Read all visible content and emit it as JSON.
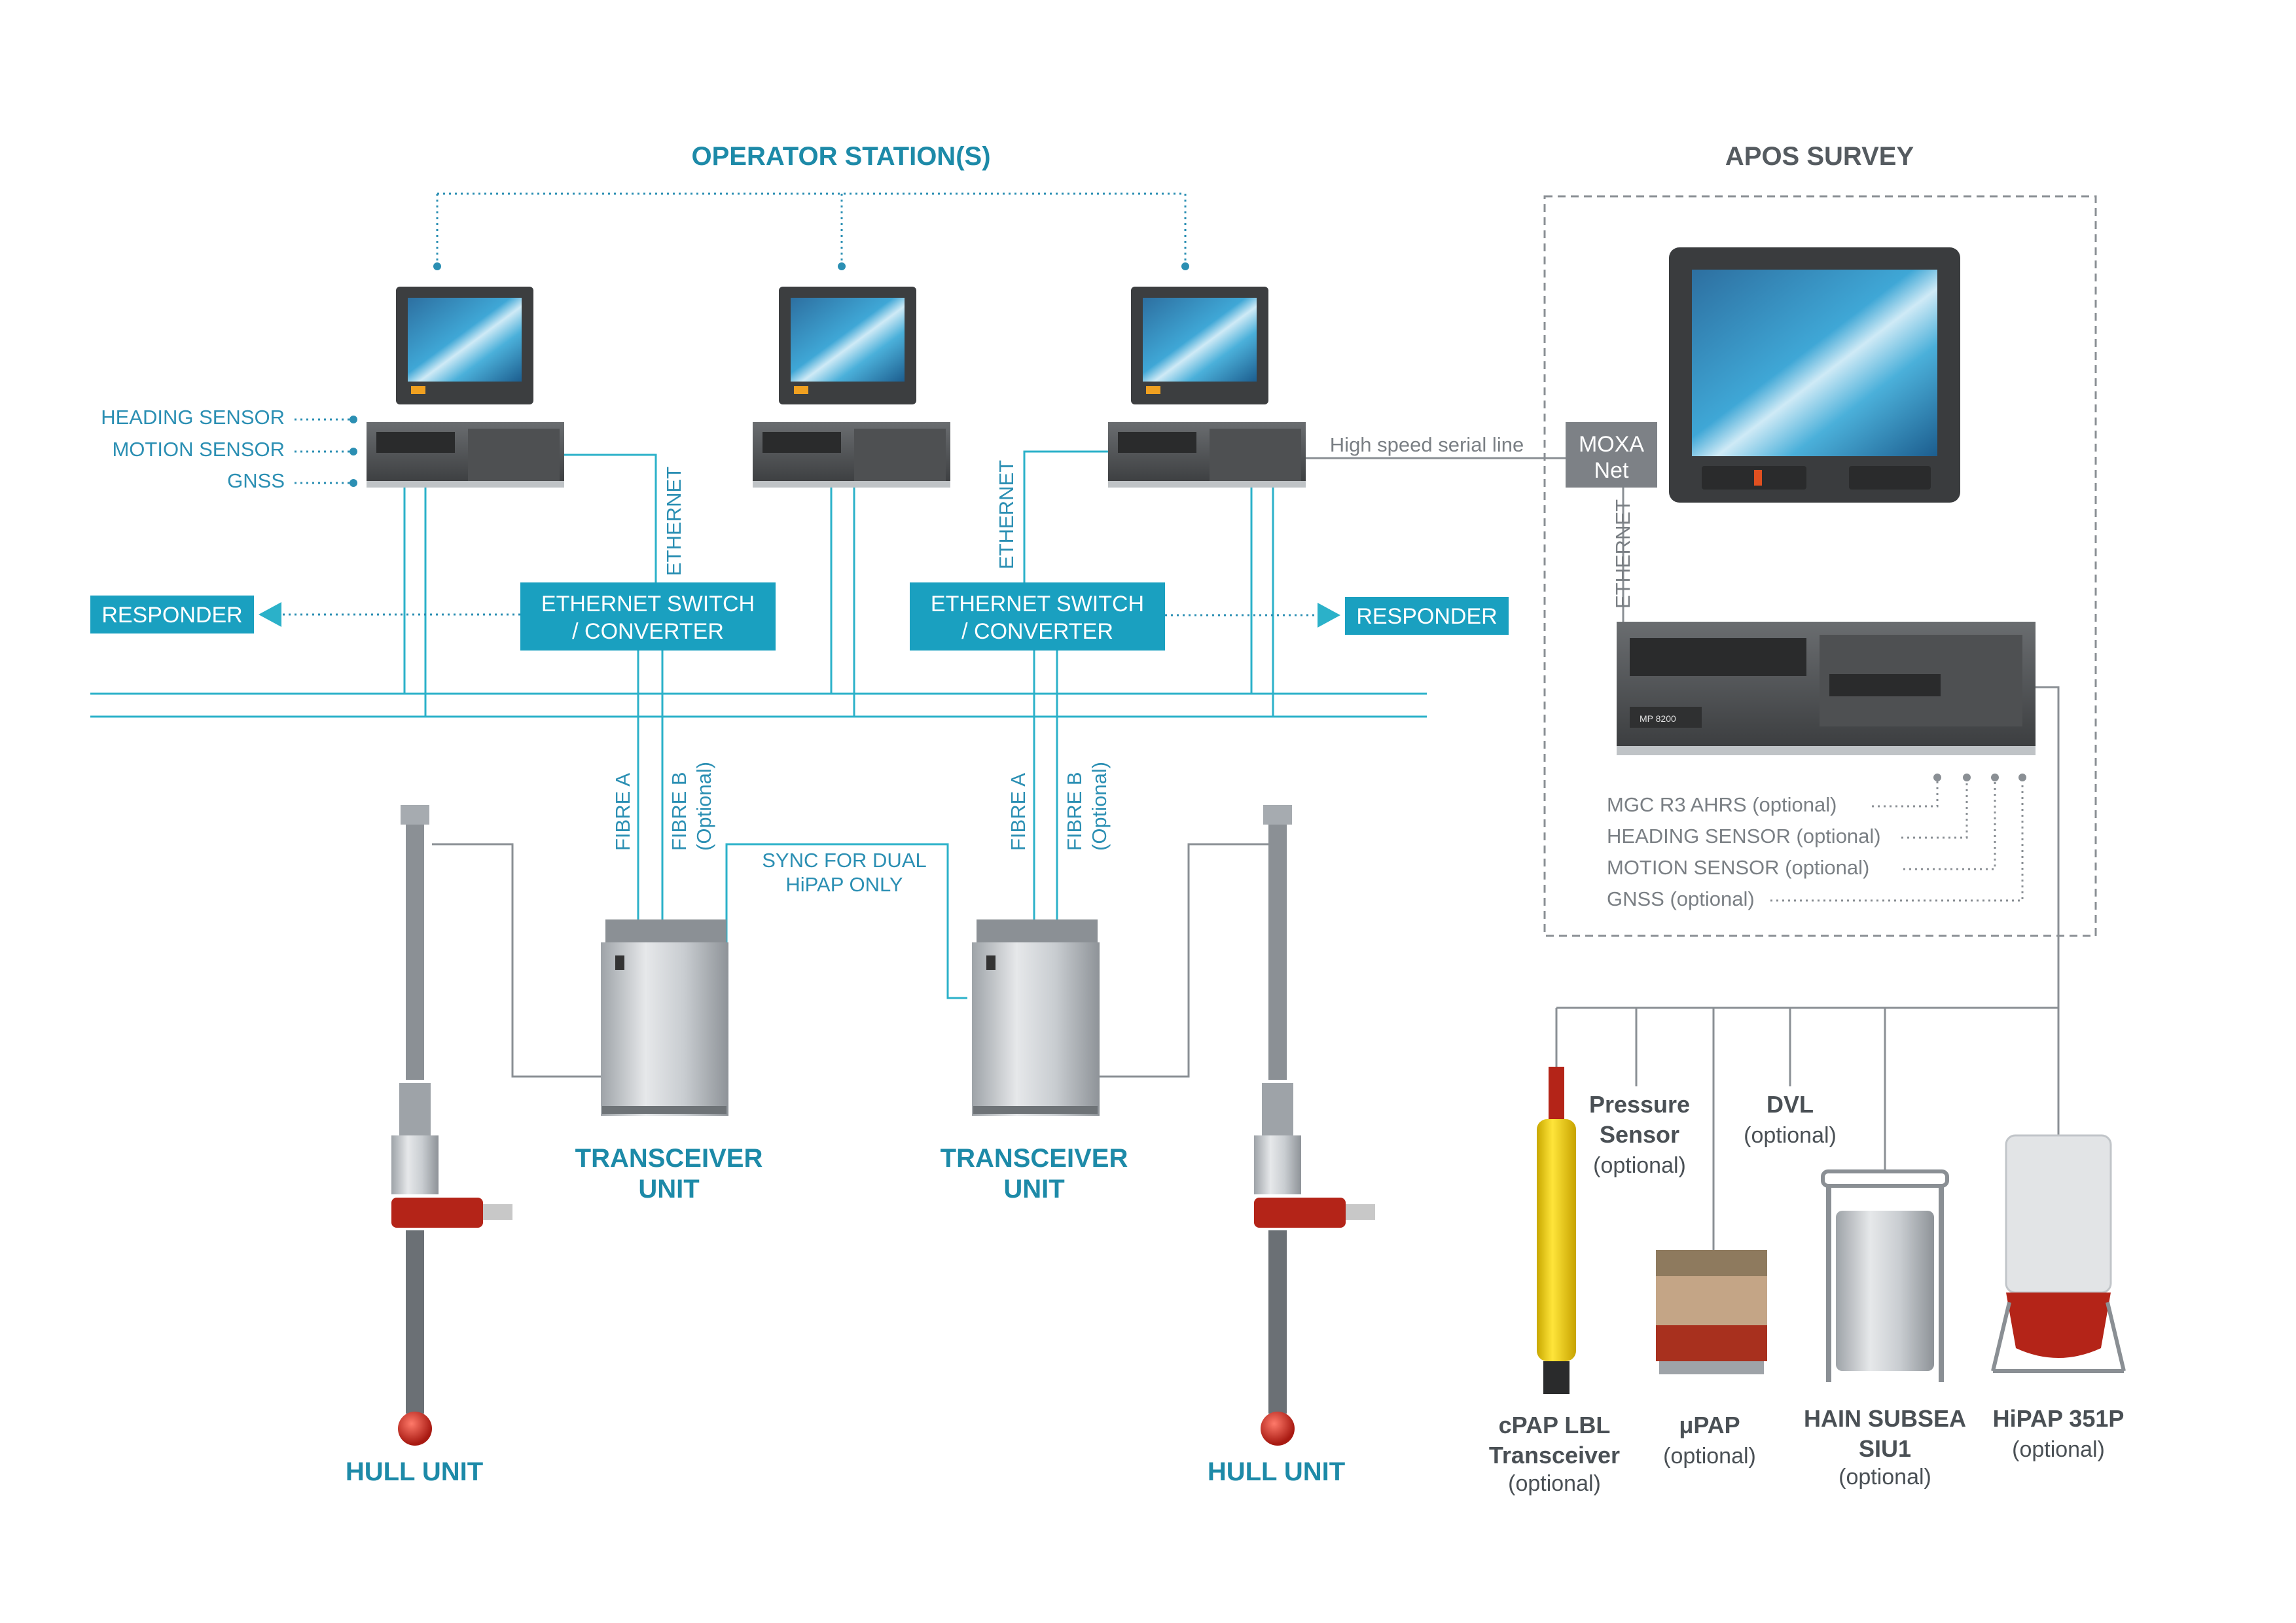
{
  "titles": {
    "operator_stations": "OPERATOR STATION(S)",
    "apos_survey": "APOS SURVEY"
  },
  "sensors_left": [
    "HEADING SENSOR",
    "MOTION SENSOR",
    "GNSS"
  ],
  "ethernet": "ETHERNET",
  "switch_label_line1": "ETHERNET SWITCH",
  "switch_label_line2": "/ CONVERTER",
  "responder": "RESPONDER",
  "fibre_a": "FIBRE A",
  "fibre_b": "FIBRE B",
  "fibre_b_note": "(Optional)",
  "sync_line1": "SYNC FOR DUAL",
  "sync_line2": "HiPAP ONLY",
  "transceiver_line1": "TRANSCEIVER",
  "transceiver_line2": "UNIT",
  "hull_unit": "HULL UNIT",
  "serial_line": "High speed serial line",
  "moxa_line1": "MOXA",
  "moxa_line2": "Net",
  "pc_model": "MP 8200",
  "apos_inputs": [
    "MGC R3 AHRS (optional)",
    "HEADING SENSOR (optional)",
    "MOTION SENSOR (optional)",
    "GNSS (optional)"
  ],
  "devices": {
    "cpap": [
      "cPAP LBL",
      "Transceiver",
      "(optional)"
    ],
    "pressure": [
      "Pressure",
      "Sensor",
      "(optional)"
    ],
    "upap": [
      "μPAP",
      "(optional)"
    ],
    "dvl": [
      "DVL",
      "(optional)"
    ],
    "hain": [
      "HAIN SUBSEA",
      "SIU1",
      "(optional)"
    ],
    "hipap": [
      "HiPAP 351P",
      "(optional)"
    ]
  },
  "colors": {
    "teal": "#1d8aa8",
    "box_fill": "#1aa0c0",
    "line": "#2bb1c9",
    "grey": "#555b60"
  }
}
